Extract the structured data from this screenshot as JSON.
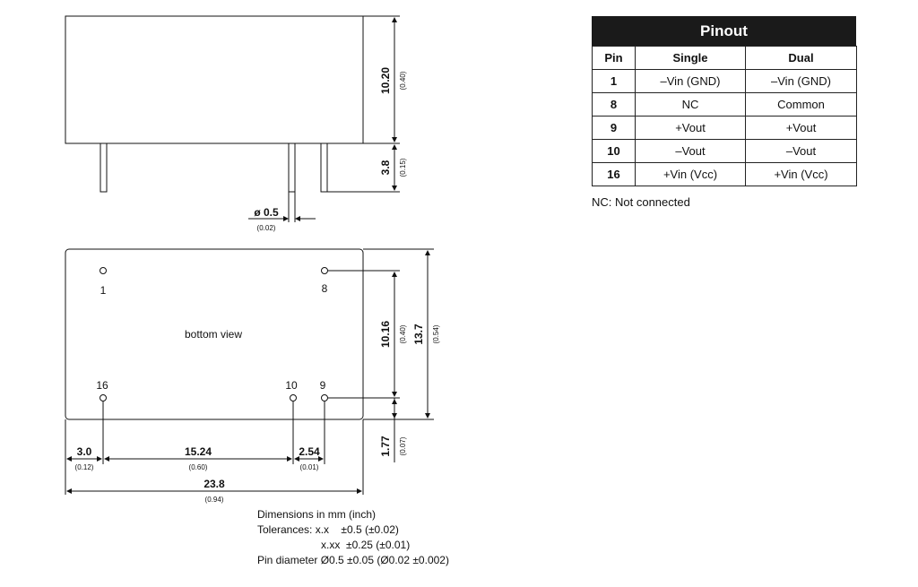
{
  "side_view": {
    "height_body": "10.20",
    "height_body_inch": "(0.40)",
    "pin_length": "3.8",
    "pin_length_inch": "(0.15)",
    "pin_diameter": "ø 0.5",
    "pin_diameter_inch": "(0.02)"
  },
  "bottom_view": {
    "label": "bottom view",
    "pins": [
      "1",
      "8",
      "16",
      "10",
      "9"
    ],
    "pin_spacing_v": "10.16",
    "pin_spacing_v_inch": "(0.40)",
    "body_height": "13.7",
    "body_height_inch": "(0.54)",
    "edge_offset_v": "1.77",
    "edge_offset_v_inch": "(0.07)",
    "edge_offset_h": "3.0",
    "edge_offset_h_inch": "(0.12)",
    "pin_spacing_h": "15.24",
    "pin_spacing_h_inch": "(0.60)",
    "pin_spacing_h2": "2.54",
    "pin_spacing_h2_inch": "(0.01)",
    "body_width": "23.8",
    "body_width_inch": "(0.94)"
  },
  "notes": {
    "line1": "Dimensions in mm (inch)",
    "line2": "Tolerances: x.x    ±0.5 (±0.02)",
    "line3": "x.xx  ±0.25 (±0.01)",
    "line4": "Pin diameter Ø0.5 ±0.05 (Ø0.02 ±0.002)"
  },
  "pinout": {
    "title": "Pinout",
    "headers": [
      "Pin",
      "Single",
      "Dual"
    ],
    "rows": [
      [
        "1",
        "–Vin (GND)",
        "–Vin (GND)"
      ],
      [
        "8",
        "NC",
        "Common"
      ],
      [
        "9",
        "+Vout",
        "+Vout"
      ],
      [
        "10",
        "–Vout",
        "–Vout"
      ],
      [
        "16",
        "+Vin (Vcc)",
        "+Vin (Vcc)"
      ]
    ],
    "note": "NC: Not connected"
  }
}
